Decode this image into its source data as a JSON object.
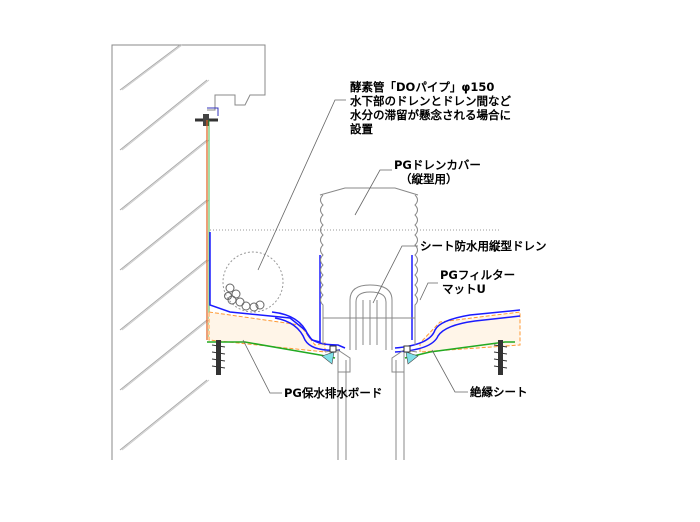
{
  "labels": {
    "do_pipe": [
      "酵素管「DOパイプ」φ150",
      "水下部のドレンとドレン間など",
      "水分の滞留が懸念される場合に",
      "設置"
    ],
    "drain_cover": [
      "PGドレンカバー",
      "（縦型用）"
    ],
    "vertical_drain": "シート防水用縦型ドレン",
    "filter_mat": [
      "PGフィルター",
      "マットU"
    ],
    "drainage_board": "PG保水排水ボード",
    "insulation_sheet": "絶縁シート"
  },
  "colors": {
    "line": "#888888",
    "membrane": "#1a1aff",
    "board": "#ff9933",
    "sheet": "#22aa22",
    "seal": "#7fe0e8"
  }
}
